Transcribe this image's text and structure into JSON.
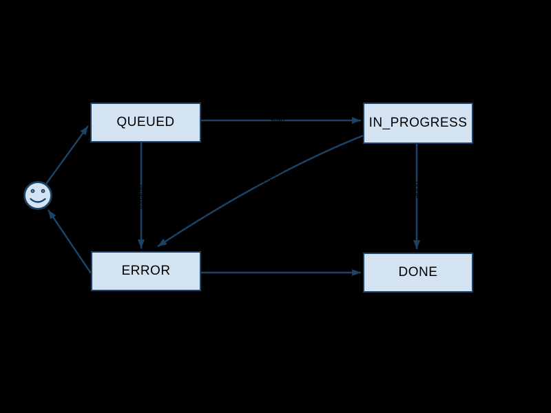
{
  "diagram": {
    "type": "state-machine",
    "colors": {
      "background": "#000000",
      "node_fill": "#d3e3f2",
      "node_border": "#1c4365",
      "edge_color": "#1c4365",
      "node_text": "#000000",
      "edge_label_text": "#000000"
    },
    "actor": {
      "icon": "smiley-face-icon"
    },
    "nodes": [
      {
        "id": "queued",
        "label": "QUEUED"
      },
      {
        "id": "in_progress",
        "label": "IN_PROGRESS"
      },
      {
        "id": "error",
        "label": "ERROR"
      },
      {
        "id": "done",
        "label": "DONE"
      }
    ],
    "edges": [
      {
        "from": "user",
        "to": "queued",
        "label": ""
      },
      {
        "from": "queued",
        "to": "in_progress",
        "label": "start"
      },
      {
        "from": "queued",
        "to": "error",
        "label": "timeout"
      },
      {
        "from": "in_progress",
        "to": "error",
        "label": "exception"
      },
      {
        "from": "in_progress",
        "to": "done",
        "label": "done"
      },
      {
        "from": "error",
        "to": "done",
        "label": ""
      },
      {
        "from": "error",
        "to": "user",
        "label": ""
      }
    ]
  }
}
